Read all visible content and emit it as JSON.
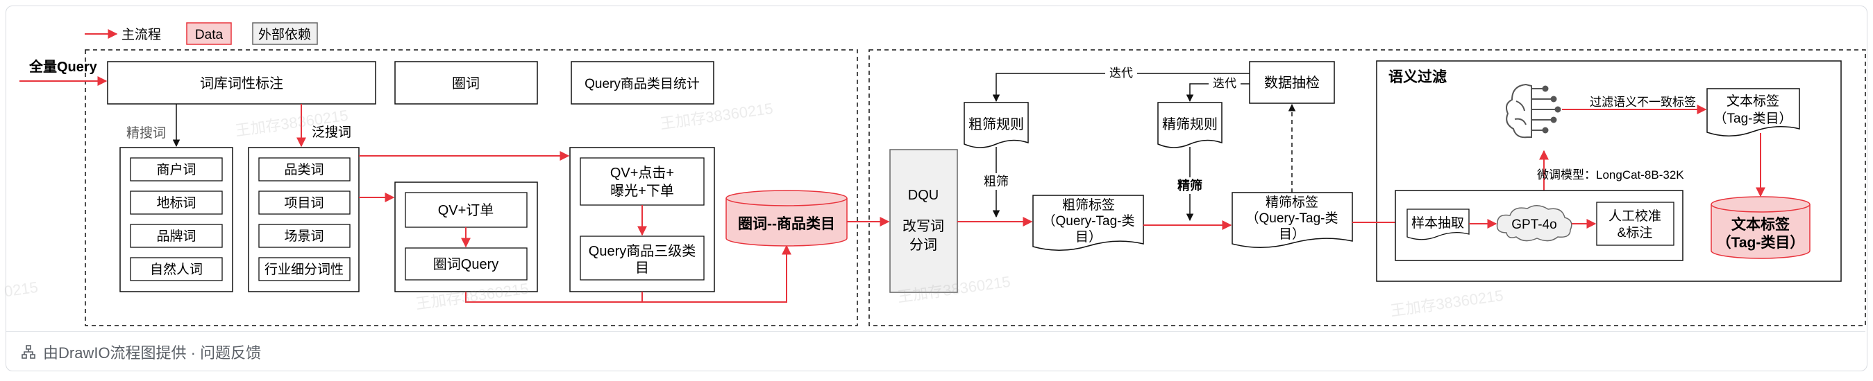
{
  "legend": {
    "main_flow": "主流程",
    "data": "Data",
    "external": "外部依赖"
  },
  "input": "全量Query",
  "left_panel": {
    "tagging": "词库词性标注",
    "circle_words": "圈词",
    "category_stats": "Query商品类目统计",
    "precise_search": "精搜词",
    "broad_search": "泛搜词",
    "precise_items": [
      "商户词",
      "地标词",
      "品牌词",
      "自然人词"
    ],
    "broad_items": [
      "品类词",
      "项目词",
      "场景词",
      "行业细分词性"
    ],
    "qv_order": "QV+订单",
    "circle_query": "圈词Query",
    "qv_click": [
      "QV+点击+",
      "曝光+下单"
    ],
    "level3": [
      "Query商品三级类",
      "目"
    ],
    "result": "圈词--商品类目"
  },
  "middle_panel": {
    "dqu": [
      "DQU",
      "改写词",
      "分词"
    ],
    "coarse_rule": "粗筛规则",
    "fine_rule": "精筛规则",
    "data_check": "数据抽检",
    "iterate_1": "迭代",
    "iterate_2": "迭代",
    "coarse_label": "粗筛",
    "fine_label": "精筛",
    "coarse_tag": [
      "粗筛标签",
      "（Query-Tag-类",
      "目）"
    ],
    "fine_tag": [
      "精筛标签",
      "（Query-Tag-类",
      "目）"
    ]
  },
  "semantic_panel": {
    "title": "语义过滤",
    "filter_label": "过滤语义不一致标签",
    "text_tag_top": [
      "文本标签",
      "（Tag-类目）"
    ],
    "finetune_label": "微调模型：LongCat-8B-32K",
    "sample": "样本抽取",
    "gpt": "GPT-4o",
    "manual": [
      "人工校准",
      "&标注"
    ],
    "text_tag_result": [
      "文本标签",
      "（Tag-类目）"
    ]
  },
  "watermarks": [
    "王加存38360215",
    "王加存38360215",
    "王加存38360215",
    "王加存38360215",
    "王加存38360215",
    "0215"
  ],
  "footer": {
    "icon": "flowchart-icon",
    "text": "由DrawIO流程图提供 · 问题反馈"
  },
  "colors": {
    "red": "#e8333c",
    "pink_fill": "#f8cfd0",
    "grey_fill": "#f0f0f0",
    "border": "#111111"
  }
}
